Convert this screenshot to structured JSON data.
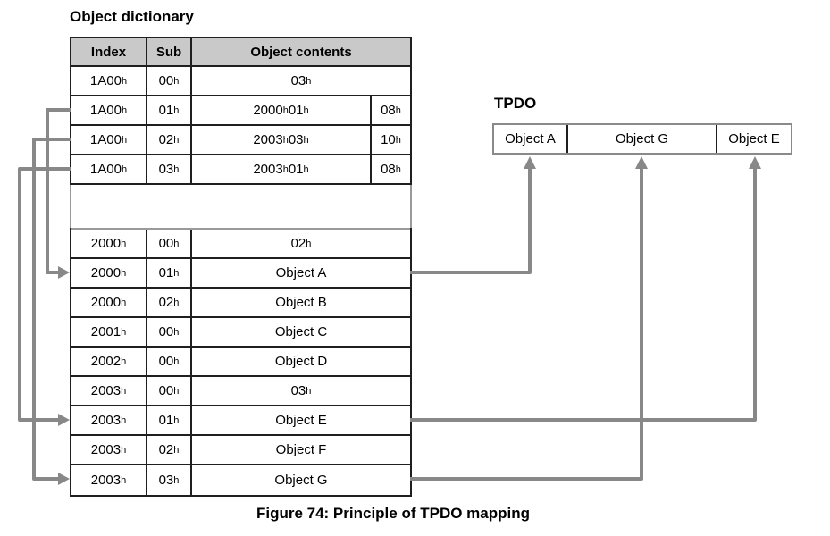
{
  "title": "Object dictionary",
  "caption": "Figure 74: Principle of TPDO mapping",
  "colors": {
    "arrow_line": "#888888",
    "table_border": "#1f1f1f",
    "header_background": "#c9c9c9",
    "tpdo_border": "#8a8a8a",
    "gap_border": "#9a9a9a"
  },
  "table": {
    "headers": [
      "Index",
      "Sub",
      "Object contents"
    ],
    "rows": [
      {
        "index": "1A00_h",
        "sub": "00_h",
        "contents": "03_h",
        "length": null
      },
      {
        "index": "1A00_h",
        "sub": "01_h",
        "contents": "2000_h 01_h",
        "length": "08_h"
      },
      {
        "index": "1A00_h",
        "sub": "02_h",
        "contents": "2003_h 03_h",
        "length": "10_h"
      },
      {
        "index": "1A00_h",
        "sub": "03_h",
        "contents": "2003_h 01_h",
        "length": "08_h"
      },
      {
        "gap": true
      },
      {
        "index": "2000_h",
        "sub": "00_h",
        "contents": "02_h",
        "length": null
      },
      {
        "index": "2000_h",
        "sub": "01_h",
        "contents": "Object A",
        "length": null
      },
      {
        "index": "2000_h",
        "sub": "02_h",
        "contents": "Object B",
        "length": null
      },
      {
        "index": "2001_h",
        "sub": "00_h",
        "contents": "Object C",
        "length": null
      },
      {
        "index": "2002_h",
        "sub": "00_h",
        "contents": "Object D",
        "length": null
      },
      {
        "index": "2003_h",
        "sub": "00_h",
        "contents": "03_h",
        "length": null
      },
      {
        "index": "2003_h",
        "sub": "01_h",
        "contents": "Object E",
        "length": null
      },
      {
        "index": "2003_h",
        "sub": "02_h",
        "contents": "Object F",
        "length": null
      },
      {
        "index": "2003_h",
        "sub": "03_h",
        "contents": "Object G",
        "length": null
      }
    ]
  },
  "tpdo": {
    "label": "TPDO",
    "cells": [
      "Object A",
      "Object G",
      "Object E"
    ]
  },
  "arrows": {
    "mapping_pointers": [
      {
        "from": "1A00:01",
        "to": "2000:01 (Object A)"
      },
      {
        "from": "1A00:02",
        "to": "2003:03 (Object G)"
      },
      {
        "from": "1A00:03",
        "to": "2003:01 (Object E)"
      }
    ],
    "tpdo_pointers": [
      {
        "from": "2000:01 (Object A)",
        "to": "TPDO cell Object A"
      },
      {
        "from": "2003:01 (Object E)",
        "to": "TPDO cell Object E"
      },
      {
        "from": "2003:03 (Object G)",
        "to": "TPDO cell Object G"
      }
    ]
  }
}
